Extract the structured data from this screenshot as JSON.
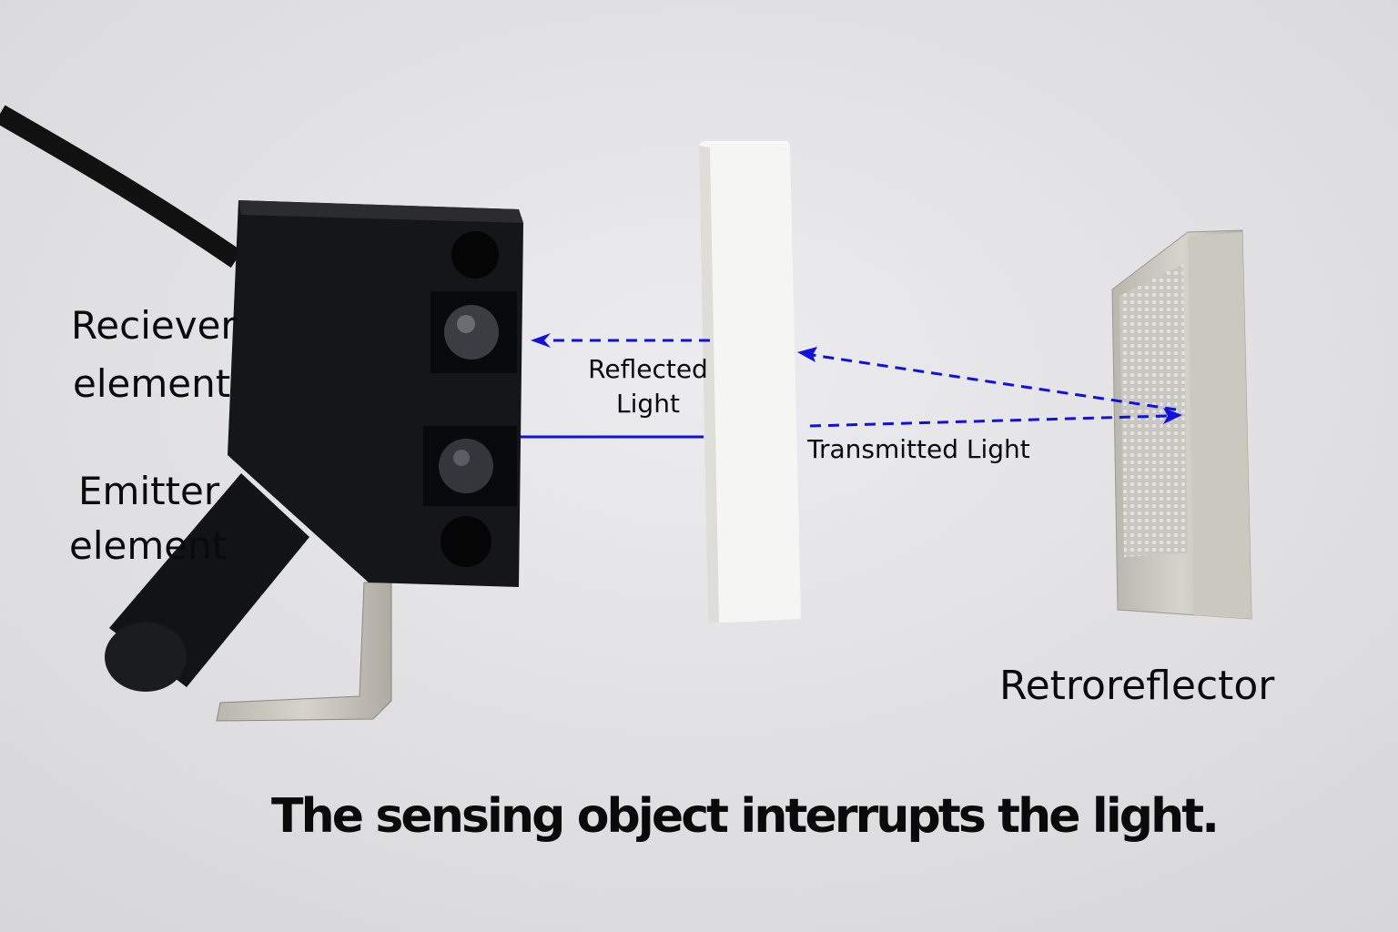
{
  "labels": {
    "receiver_line1": "Reciever",
    "receiver_line2": "element",
    "emitter_line1": "Emitter",
    "emitter_line2": "element",
    "reflected_line1": "Reflected",
    "reflected_line2": "Light",
    "transmitted": "Transmitted Light",
    "retroreflector": "Retroreflector"
  },
  "caption": "The sensing object interrupts the light.",
  "colors": {
    "beam": "#1010e0",
    "sensor_body": "#141619",
    "background": "#e2e2e4"
  }
}
